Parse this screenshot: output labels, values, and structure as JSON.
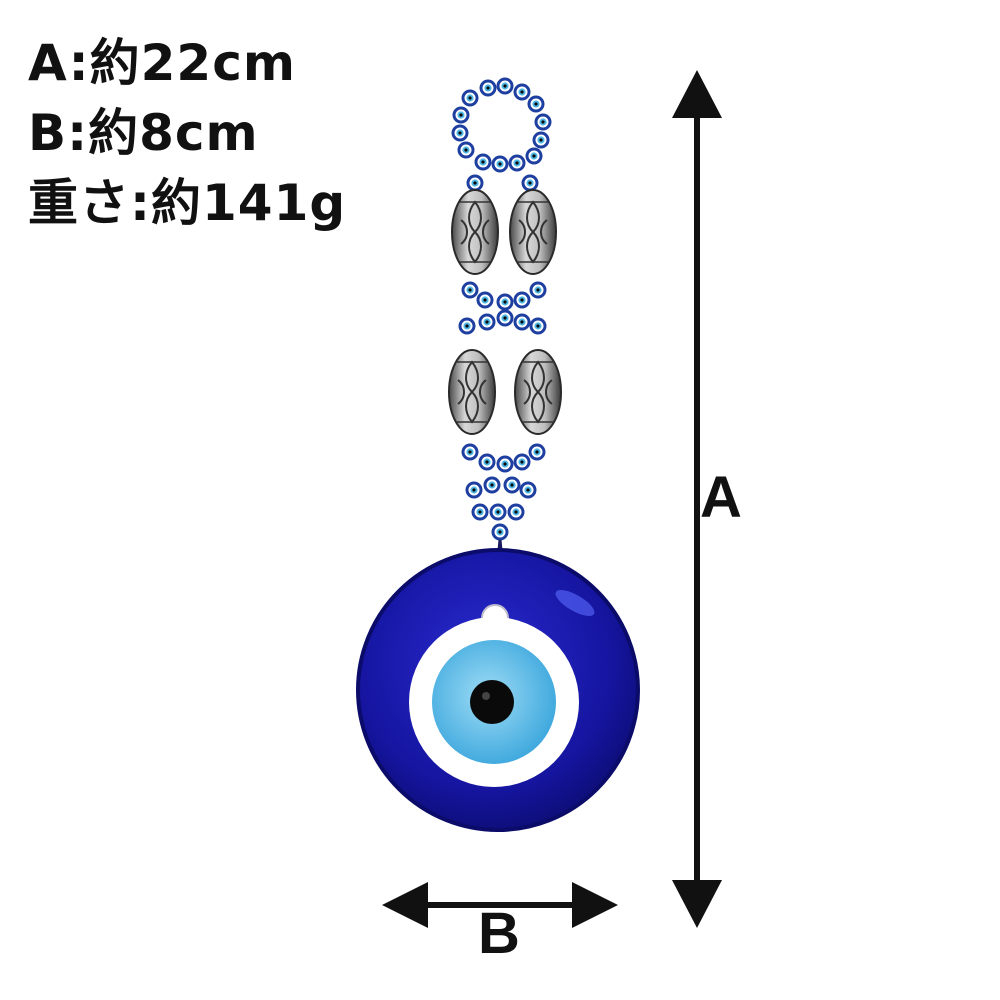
{
  "specs": [
    {
      "key": "A",
      "text": "A:約22cm"
    },
    {
      "key": "B",
      "text": "B:約8cm"
    },
    {
      "key": "weight",
      "text": "重さ:約141g"
    }
  ],
  "dimensions": {
    "height_label": "A",
    "width_label": "B"
  },
  "colors": {
    "glass_dark": "#1a1aa8",
    "glass_ring": "#ffffff",
    "iris": "#4fb8e6",
    "pupil": "#0a0a0a",
    "bead": "#1f3fa0",
    "metal": "#9a9a9a",
    "text": "#111111"
  }
}
